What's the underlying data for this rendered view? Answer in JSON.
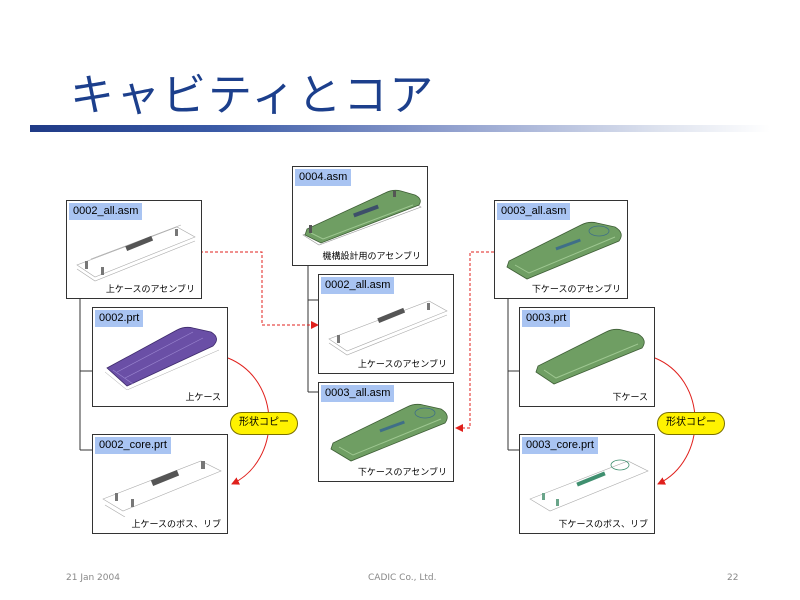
{
  "slide": {
    "title": "キャビティとコア",
    "footer_date": "21 Jan 2004",
    "footer_company": "CADIC Co., Ltd.",
    "page_number": "22"
  },
  "cards": {
    "c0004": {
      "header": "0004.asm",
      "caption": "機構設計用のアセンブリ"
    },
    "c0002all": {
      "header": "0002_all.asm",
      "caption": "上ケースのアセンブリ"
    },
    "c0002prt": {
      "header": "0002.prt",
      "caption": "上ケース"
    },
    "c0002core": {
      "header": "0002_core.prt",
      "caption": "上ケースのボス、リブ"
    },
    "c0002all_mid": {
      "header": "0002_all.asm",
      "caption": "上ケースのアセンブリ"
    },
    "c0003all_mid": {
      "header": "0003_all.asm",
      "caption": "下ケースのアセンブリ"
    },
    "c0003all": {
      "header": "0003_all.asm",
      "caption": "下ケースのアセンブリ"
    },
    "c0003prt": {
      "header": "0003.prt",
      "caption": "下ケース"
    },
    "c0003core": {
      "header": "0003_core.prt",
      "caption": "下ケースのボス、リブ"
    }
  },
  "labels": {
    "shape_copy_left": "形状コピー",
    "shape_copy_right": "形状コピー"
  },
  "colors": {
    "title": "#1c3f8c",
    "header_bg": "#a9c4f2",
    "green_model": "#6f9e63",
    "purple_model": "#6a4fa6",
    "link_red": "#e0201c",
    "pill_bg": "#fff200"
  }
}
